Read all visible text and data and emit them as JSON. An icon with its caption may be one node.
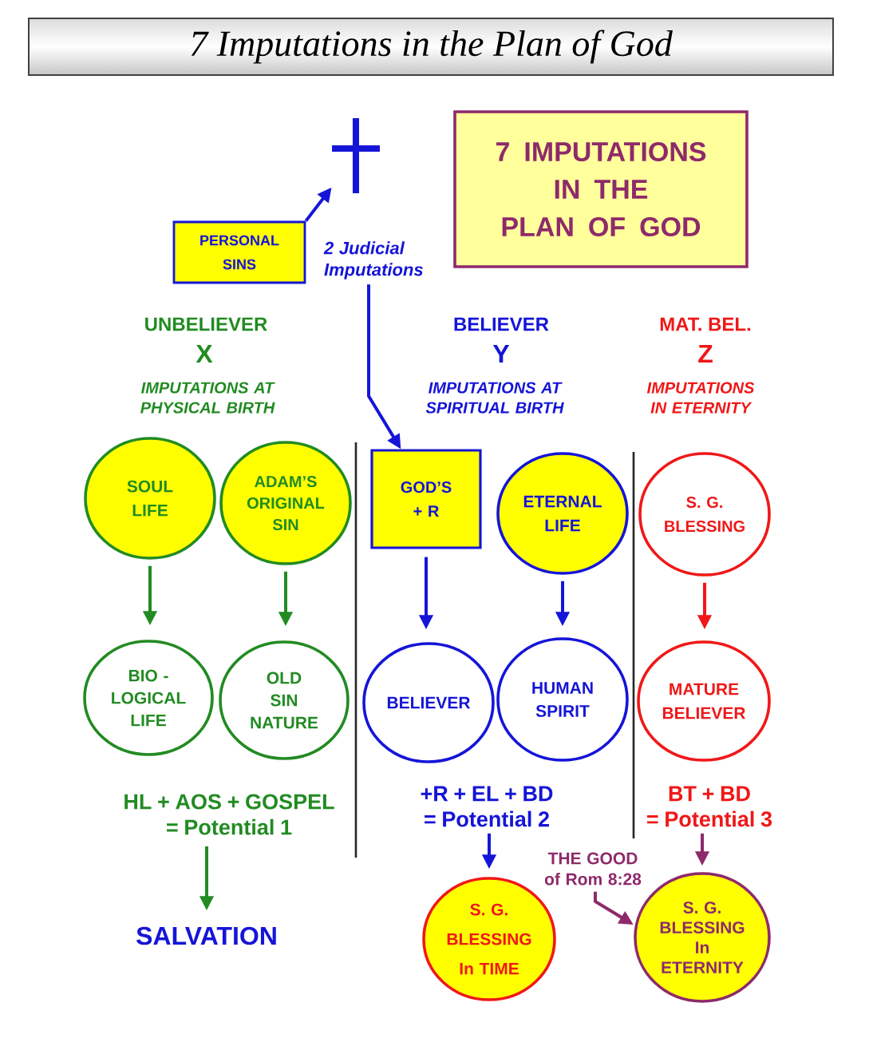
{
  "diagram": {
    "title": "7 Imputations in the Plan of God",
    "nodes": [
      {
        "text": [],
        "shape": "cross"
      },
      {
        "text": [
          "7 IMPUTATIONS IN THE PLAN OF GOD"
        ]
      },
      {
        "text": [
          "PERSONAL SINS"
        ]
      },
      {
        "text": [
          "2 Judicial Imputations"
        ]
      },
      {
        "text": [
          "SOUL LIFE"
        ]
      },
      {
        "text": [
          "ADAM’S ORIGINAL SIN"
        ]
      },
      {
        "text": [
          "GOD’S + R"
        ]
      },
      {
        "text": [
          "ETERNAL LIFE"
        ]
      },
      {
        "text": [
          "S. G. BLESSING"
        ]
      },
      {
        "text": [
          "BIO - LOGICAL LIFE"
        ]
      },
      {
        "text": [
          "OLD SIN NATURE"
        ]
      },
      {
        "text": [
          "BELIEVER"
        ]
      },
      {
        "text": [
          "HUMAN SPIRIT"
        ]
      },
      {
        "text": [
          "MATURE BELIEVER"
        ]
      },
      {
        "text": [
          "HL + AOS + GOSPEL = Potential 1"
        ]
      },
      {
        "text": [
          "+R + EL + BD = Potential 2"
        ]
      },
      {
        "text": [
          "BT + BD = Potential 3"
        ]
      },
      {
        "text": [
          "THE GOOD of Rom 8:28"
        ]
      },
      {
        "text": [
          "SALVATION"
        ]
      },
      {
        "text": [
          "S. G. BLESSING In TIME"
        ]
      },
      {
        "text": [
          "S. G. BLESSING In ETERNITY"
        ]
      }
    ],
    "edges": [
      {
        "from": 2,
        "to": 0,
        "arrow": "to"
      },
      {
        "from": 3,
        "to": 6,
        "arrow": "to"
      },
      {
        "from": 4,
        "to": 9,
        "arrow": "to",
        "color": "#228b22"
      },
      {
        "from": 5,
        "to": 10,
        "arrow": "to",
        "color": "#228b22"
      },
      {
        "from": 6,
        "to": 11,
        "arrow": "to"
      },
      {
        "from": 7,
        "to": 12,
        "arrow": "to"
      },
      {
        "from": 8,
        "to": 13,
        "arrow": "to",
        "color": "#f01818"
      },
      {
        "from": 14,
        "to": 18,
        "arrow": "to",
        "color": "#228b22"
      },
      {
        "from": 15,
        "to": 19,
        "arrow": "to"
      },
      {
        "from": 16,
        "to": 20,
        "arrow": "to",
        "color": "#8e2a6a"
      },
      {
        "from": 17,
        "to": 20,
        "arrow": "to",
        "color": "#8e2a6a"
      }
    ],
    "labels": [
      "UNBELIEVER",
      "BELIEVER",
      "MAT. BEL.",
      "X",
      "Y",
      "Z",
      "IMPUTATIONS AT PHYSICAL BIRTH",
      "IMPUTATIONS AT SPIRITUAL BIRTH",
      "IMPUTATIONS IN ETERNITY"
    ]
  }
}
